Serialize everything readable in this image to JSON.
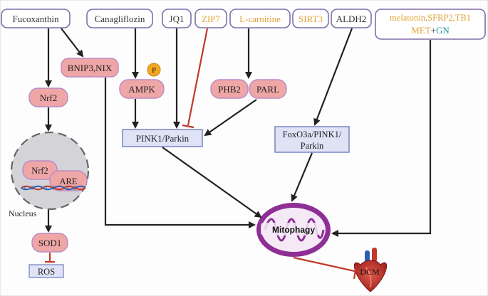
{
  "nodes": {
    "fucoxanthin": "Fucoxanthin",
    "canagliflozin": "Canagliflozin",
    "jq1": "JQ1",
    "zip7": "ZIP7",
    "lcarnitine": "L-carnitine",
    "sirt3": "SIRT3",
    "aldh2": "ALDH2",
    "melatonin": "melatonin,SFRP2,TB1",
    "met": "MET",
    "plus": "+",
    "gn": "GN",
    "bnip3": "BNIP3,NIX",
    "p": "P",
    "ampk": "AMPK",
    "phb2": "PHB2",
    "parl": "PARL",
    "nrf2": "Nrf2",
    "nrf2_inner": "Nrf2",
    "are": "ARE",
    "nucleus": "Nucleus",
    "sod1": "SOD1",
    "ros": "ROS",
    "pink1_parkin": "PINK1/Parkin",
    "foxo3a_line1": "FoxO3a/PINK1/",
    "foxo3a_line2": "Parkin",
    "mitophagy": "Mitophagy",
    "dcm": "DCM"
  },
  "colors": {
    "purple_border": "#7e6fa8",
    "orange_text": "#e2a33a",
    "teal_text": "#1a9a9a",
    "pink_fill": "#efa6a6",
    "pink_border": "#b98bc4",
    "blue_box_fill": "#dfe3f5",
    "blue_box_border": "#6f7dbf",
    "arrow": "#222222",
    "inhibit_red": "#c0392b",
    "mito_purple": "#8e2f96",
    "nucleus_gray": "#d4d4d8",
    "p_circle": "#f2a81e"
  }
}
